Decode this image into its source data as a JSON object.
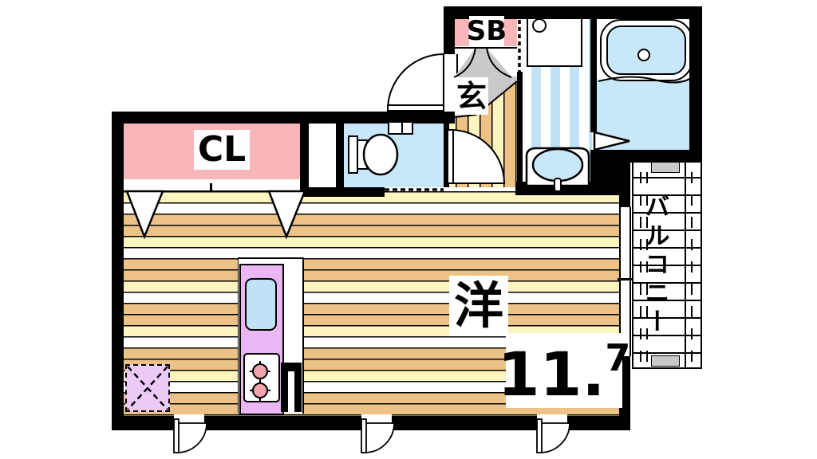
{
  "floorplan": {
    "labels": {
      "closet": "CL",
      "shoe_box": "SB",
      "entrance": "玄",
      "main_room_type": "洋",
      "main_room_size_int": "11.",
      "main_room_size_sup": "7",
      "balcony": "バルコニー"
    },
    "colors": {
      "wall": "#000000",
      "closet_pink": "#f8b6ba",
      "water_blue": "#c8e7f9",
      "washroom_stripe_blue": "#bfe2f4",
      "floor_tan": "#ecc286",
      "floor_cream": "#fdf5c0",
      "kitchen_purple": "#eab6f4",
      "fridge_lavender": "#eccaf6",
      "genkan_gray": "#c9c9c9",
      "burner_pink": "#f2a3ab"
    }
  }
}
